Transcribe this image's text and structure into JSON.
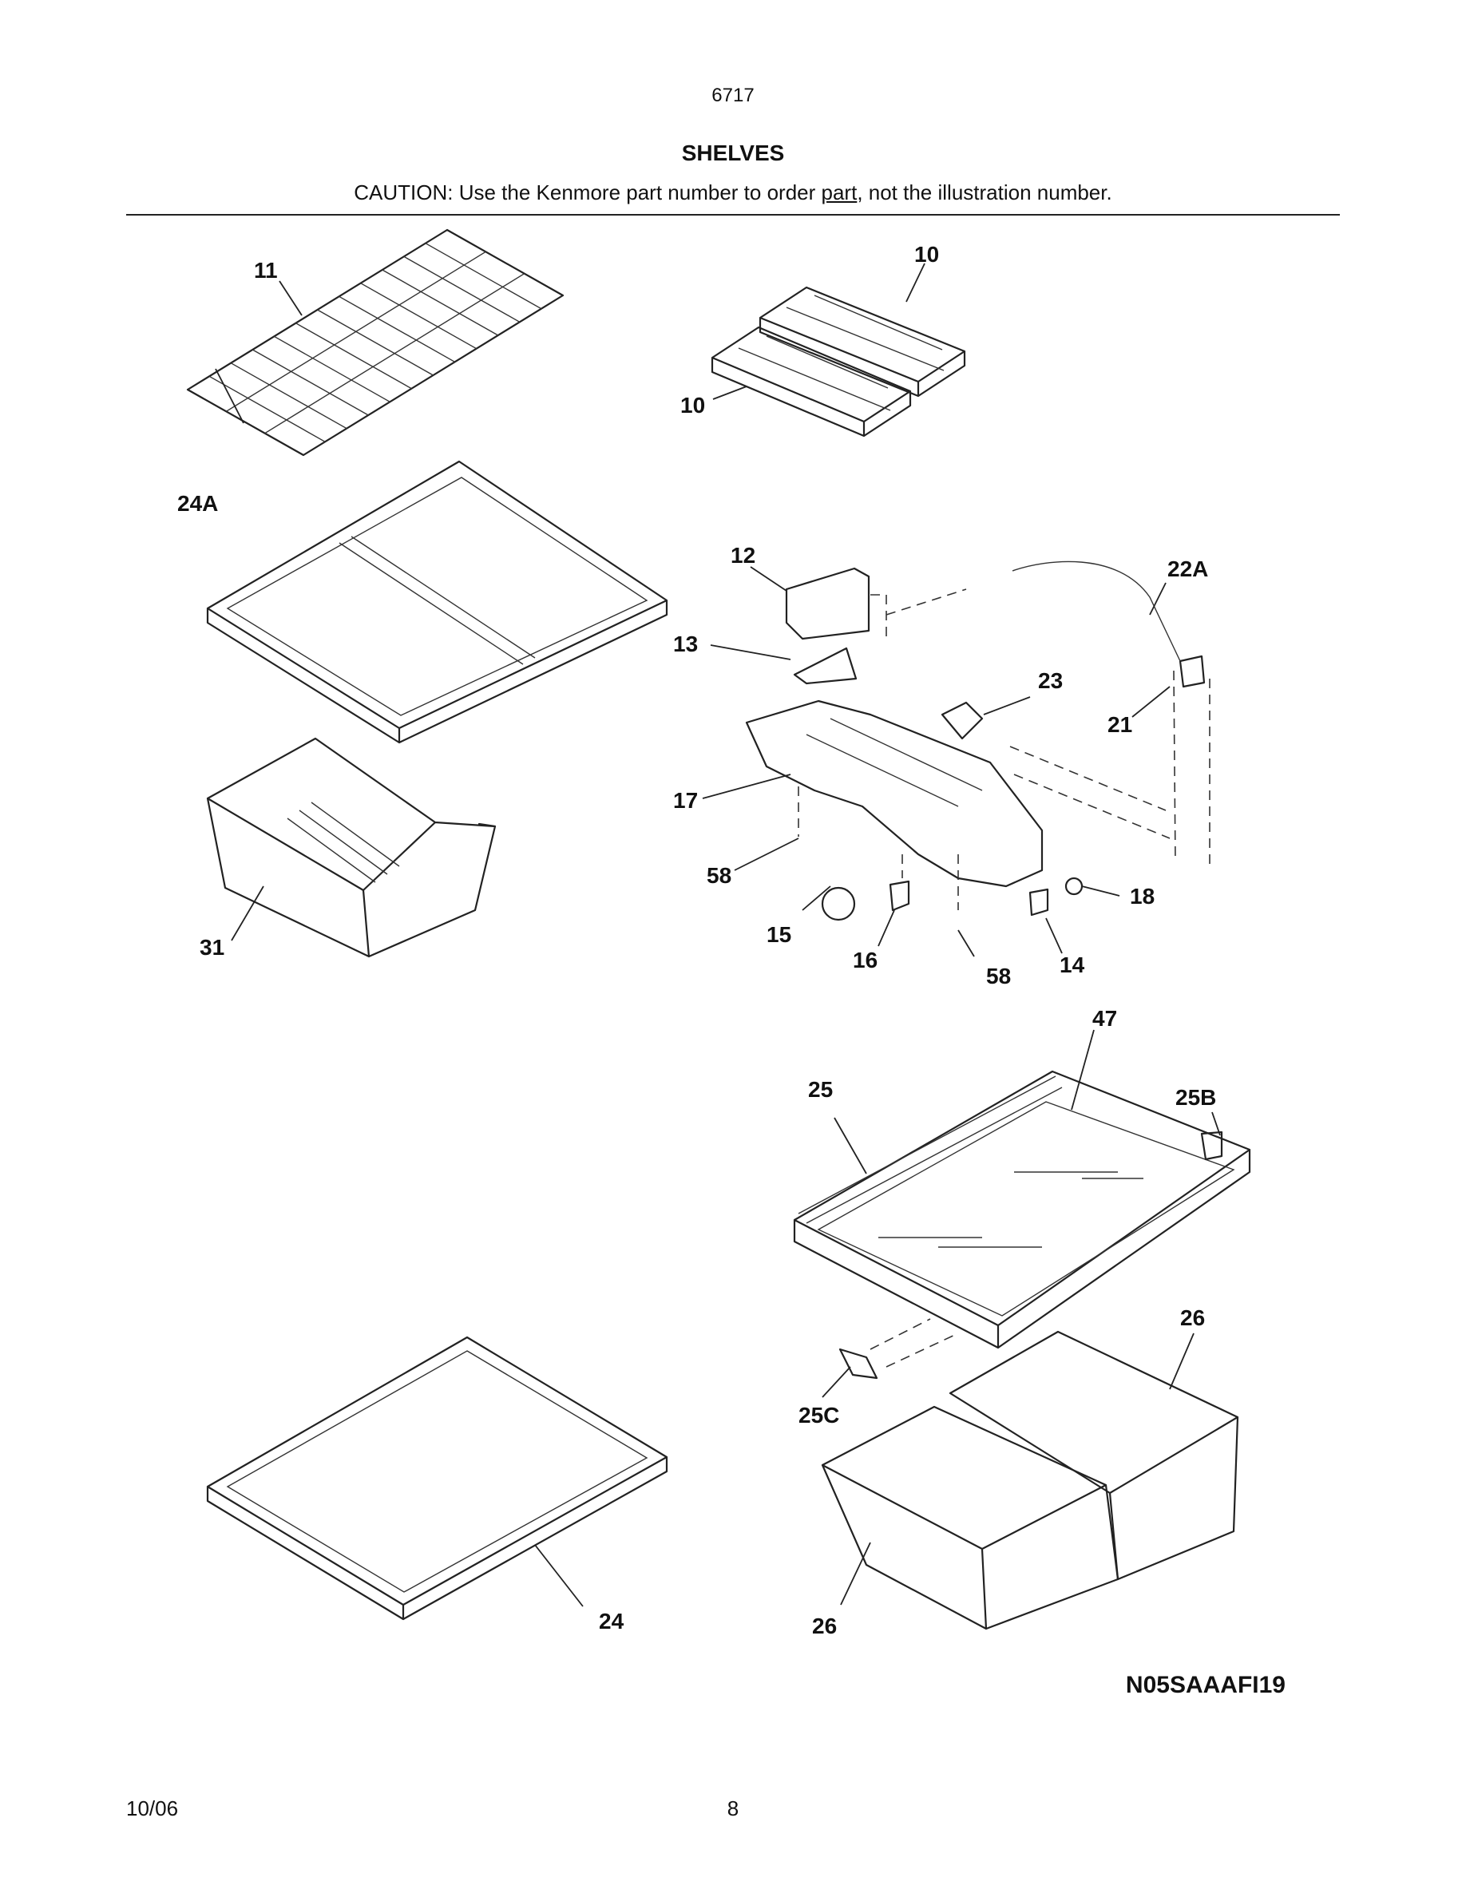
{
  "header": {
    "model": "6717",
    "title": "SHELVES",
    "caution_prefix": "CAUTION: Use the Kenmore part number to order ",
    "caution_underlined": "part",
    "caution_suffix": ", not the illustration number."
  },
  "callouts": [
    "11",
    "10",
    "10",
    "24A",
    "12",
    "22A",
    "13",
    "23",
    "21",
    "17",
    "58",
    "18",
    "15",
    "16",
    "14",
    "58",
    "31",
    "47",
    "25",
    "25B",
    "26",
    "25C",
    "24",
    "26"
  ],
  "figure_code": "N05SAAAFI19",
  "footer": {
    "date": "10/06",
    "page_number": "8"
  }
}
